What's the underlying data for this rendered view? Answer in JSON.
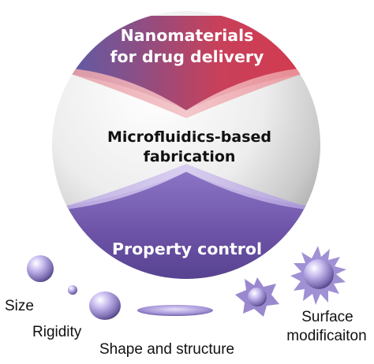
{
  "diagram": {
    "top_band": {
      "line1": "Nanomaterials",
      "line2": "for drug delivery"
    },
    "center": {
      "line1": "Microfluidics-based",
      "line2": "fabrication"
    },
    "bottom_band": {
      "label": "Property control"
    },
    "property_labels": {
      "size": "Size",
      "rigidity": "Rigidity",
      "shape": "Shape and structure",
      "surface_line1": "Surface",
      "surface_line2": "modificaiton"
    }
  },
  "colors": {
    "top_band_red": "#d63a4f",
    "top_band_blue": "#3d63b8",
    "bottom_band_purple": "#6a4fa3",
    "particle_lavender": "#b7a8e6",
    "sphere_grey": "#d9d9d9"
  }
}
